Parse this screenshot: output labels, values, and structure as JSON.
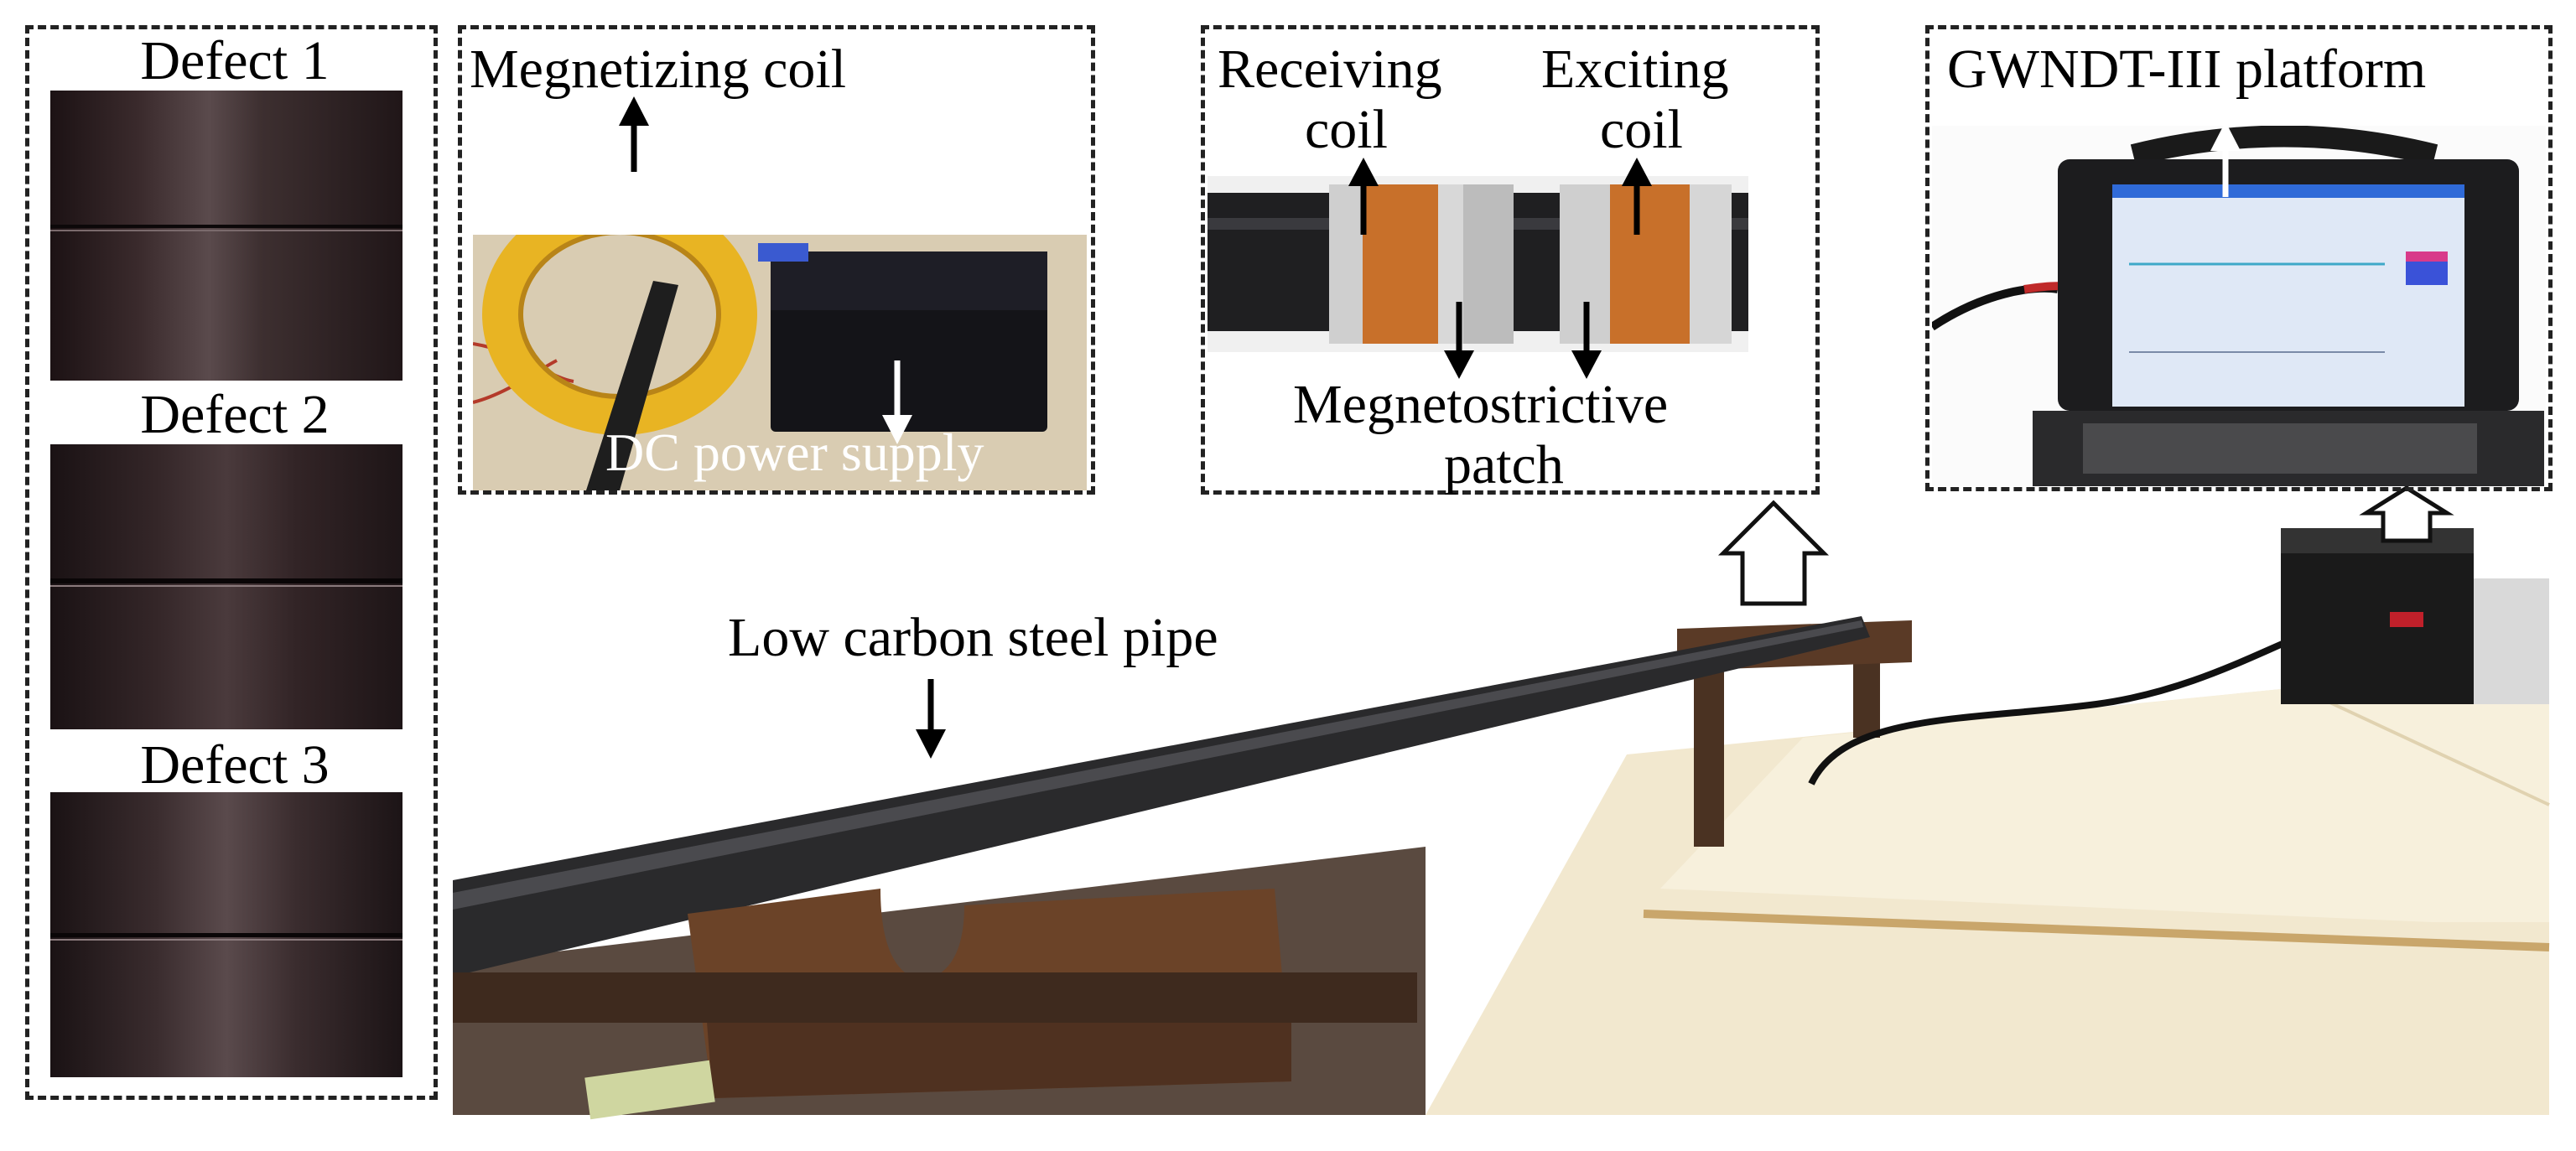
{
  "defects": {
    "label_1": "Defect 1",
    "label_2": "Defect 2",
    "label_3": "Defect 3"
  },
  "magnetizing_panel": {
    "coil_label": "Megnetizing coil",
    "power_label": "DC power supply"
  },
  "sensor_panel": {
    "receiving_label_line1": "Receiving",
    "receiving_label_line2": "coil",
    "exciting_label_line1": "Exciting",
    "exciting_label_line2": "coil",
    "patch_label_line1": "Megnetostrictive",
    "patch_label_line2": "patch"
  },
  "platform_panel": {
    "label": "GWNDT-III platform"
  },
  "main_scene": {
    "pipe_label": "Low carbon steel pipe"
  },
  "icons": [
    "up-arrow-icon",
    "down-arrow-icon",
    "hollow-up-arrow-icon"
  ],
  "colors": {
    "border": "#222222",
    "coil_yellow": "#e8b423",
    "copper": "#c8702a",
    "pipe": "#2a2a2c",
    "wood": "#6b4328",
    "table": "#f2e8cf"
  }
}
